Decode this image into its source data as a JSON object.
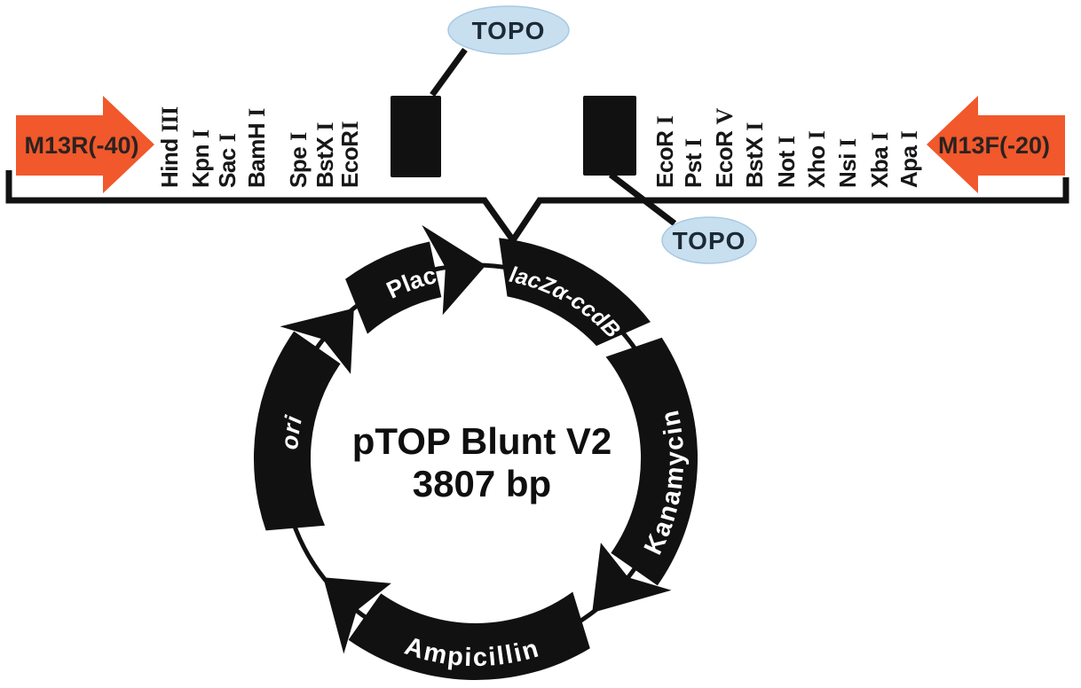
{
  "plasmid": {
    "name": "pTOP Blunt V2",
    "size": "3807 bp",
    "features": [
      {
        "label": "Plac",
        "direction": "clockwise"
      },
      {
        "label": "lacZα-ccdB",
        "direction": "clockwise"
      },
      {
        "label": "Kanamycin",
        "direction": "clockwise"
      },
      {
        "label": "Ampicillin",
        "direction": "clockwise"
      },
      {
        "label": "ori",
        "direction": "clockwise"
      }
    ]
  },
  "primers": {
    "left": "M13R(-40)",
    "right": "M13F(-20)"
  },
  "topo": {
    "labels": [
      "TOPO",
      "TOPO"
    ]
  },
  "restriction_sites": {
    "left": [
      "Hind III",
      "Kpn I",
      "Sac I",
      "BamH I",
      "Spe I",
      "BstX I",
      "EcoRI"
    ],
    "right": [
      "EcoR I",
      "Pst I",
      "EcoR V",
      "BstX I",
      "Not I",
      "Xho I",
      "Nsi I",
      "Xba I",
      "Apa I"
    ]
  },
  "colors": {
    "primer_arrow": "#F1582B",
    "feature_fill": "#111111",
    "topo_fill": "#C8DFF0",
    "topo_stroke": "#A9C9E2",
    "topo_text": "#1C2A35",
    "label_text": "#FFFFFF",
    "line": "#111111"
  }
}
